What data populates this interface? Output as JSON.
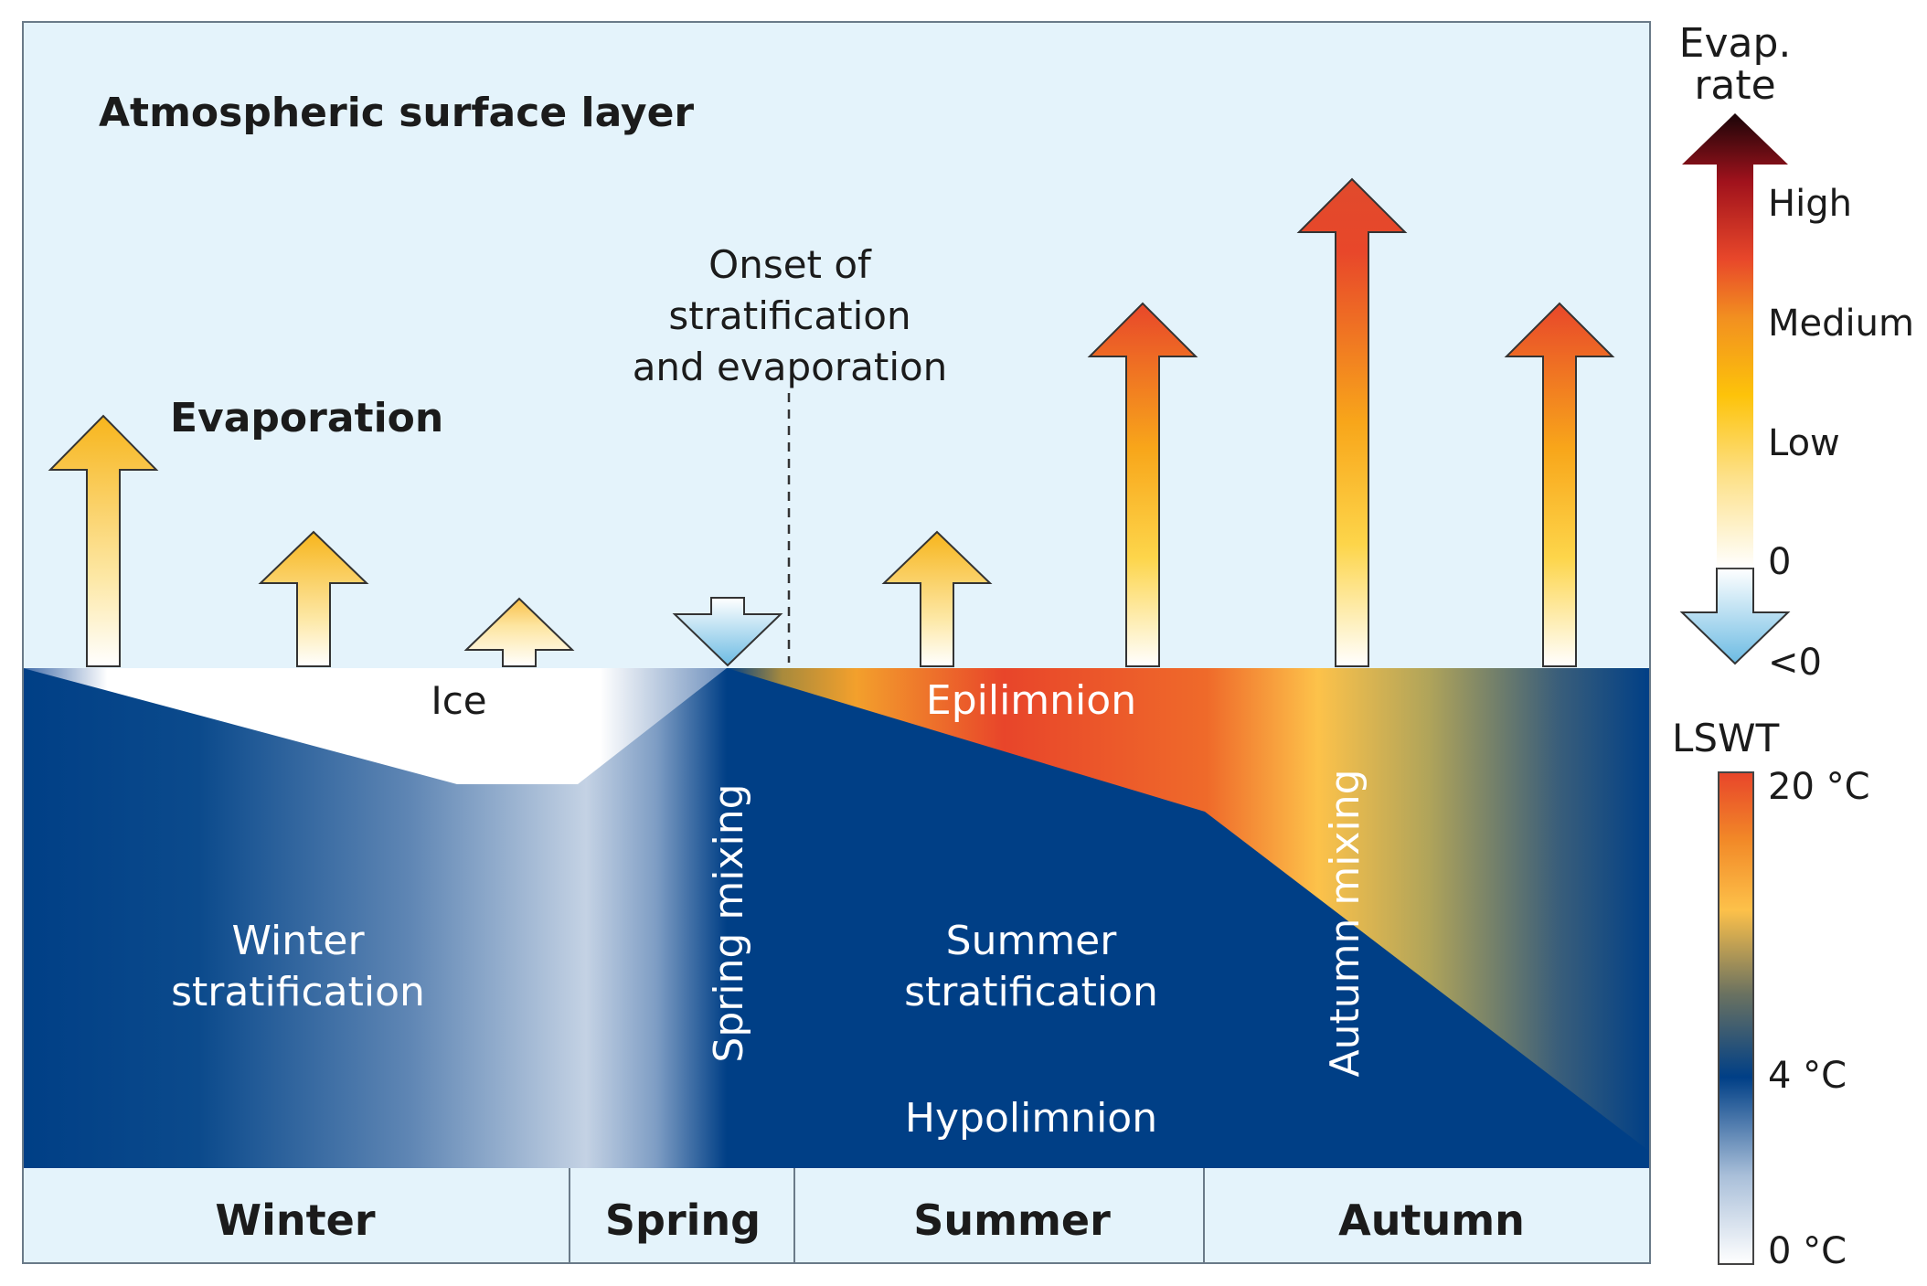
{
  "title": "Atmospheric surface layer",
  "evaporation_label": "Evaporation",
  "onset_label": [
    "Onset of",
    "stratification",
    "and evaporation"
  ],
  "lake_labels": {
    "ice": "Ice",
    "epilimnion": "Epilimnion",
    "hypolimnion": "Hypolimnion",
    "winter_stratification": [
      "Winter",
      "stratification"
    ],
    "summer_stratification": [
      "Summer",
      "stratification"
    ],
    "spring_mixing": "Spring mixing",
    "autumn_mixing": "Autumn mixing"
  },
  "seasons": [
    "Winter",
    "Spring",
    "Summer",
    "Autumn"
  ],
  "evap_legend": {
    "title": [
      "Evap.",
      "rate"
    ],
    "levels": [
      "High",
      "Medium",
      "Low",
      "0",
      "<0"
    ]
  },
  "lswt_legend": {
    "title": "LSWT",
    "ticks": [
      "20 °C",
      "4 °C",
      "0 °C"
    ]
  },
  "evaporation_arrows": [
    {
      "season": "Winter",
      "level": "low-medium"
    },
    {
      "season": "Winter",
      "level": "low"
    },
    {
      "season": "Winter",
      "level": "very low"
    },
    {
      "season": "Spring",
      "level": "<0"
    },
    {
      "season": "Summer",
      "level": "low"
    },
    {
      "season": "Summer",
      "level": "medium"
    },
    {
      "season": "Autumn",
      "level": "high"
    },
    {
      "season": "Autumn",
      "level": "medium"
    }
  ],
  "colors": {
    "sky": "#e4f3fb",
    "lake_deep": "#003f86",
    "ice": "#ffffff",
    "evap_high": "#2b0a08",
    "evap_medium": "#e8472a",
    "evap_low": "#fdc30a",
    "evap_negative": "#5bb3de",
    "temp_warm": "#e8452a",
    "temp_cold": "#ffffff"
  }
}
